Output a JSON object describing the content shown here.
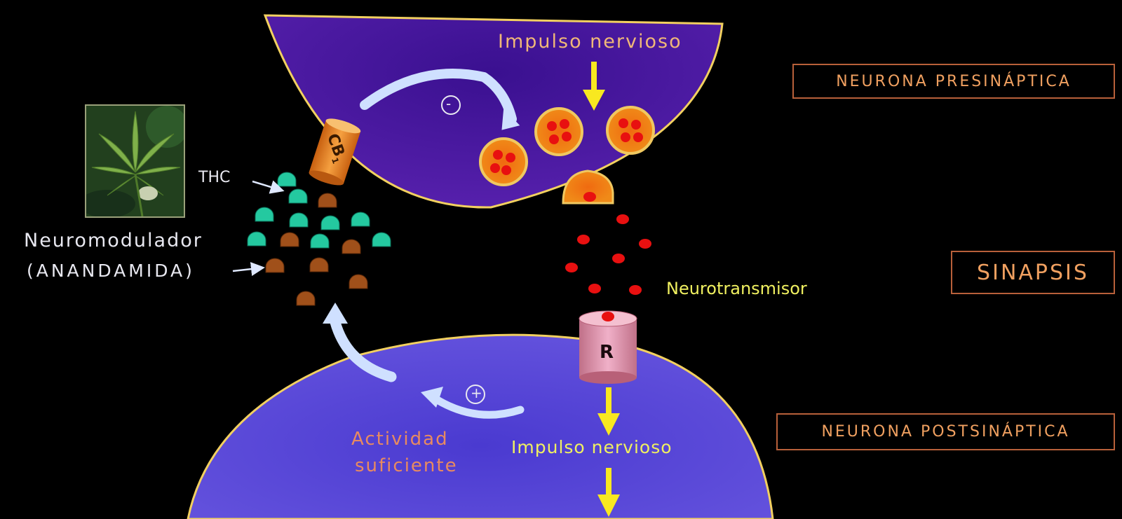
{
  "labels": {
    "impulso_top": "Impulso nervioso",
    "minus_sign": "-",
    "plus_sign": "+",
    "cb1_main": "CB",
    "cb1_sub": "1",
    "thc": "THC",
    "neuromodulador": "Neuromodulador",
    "anandamida": "(ANANDAMIDA)",
    "neurotransmisor": "Neurotransmisor",
    "receptor": "R",
    "actividad_line1": "Actividad",
    "actividad_line2": "suficiente",
    "impulso_bottom": "Impulso nervioso"
  },
  "boxes": {
    "presinaptica": "NEURONA PRESINÁPTICA",
    "sinapsis": "SINAPSIS",
    "postsinaptica": "NEURONA POSTSINÁPTICA"
  },
  "colors": {
    "background": "#000000",
    "presynaptic_fill": "#5a22b0",
    "postsynaptic_fill": "#5a4ad6",
    "membrane": "#f2d060",
    "vesicle": "#f08a18",
    "neurotransmitter": "#e81010",
    "thc": "#24c9a0",
    "anandamide": "#a0501a",
    "arrow_light": "#cfe0ff",
    "arrow_yellow": "#f8e820",
    "text_orange": "#f0a060",
    "text_yellow": "#f0f060",
    "text_white": "#e8e8f0",
    "receptor": "#e69ab0"
  },
  "icons": [
    "cannabis-leaf-icon",
    "cb1-receptor-icon",
    "r-receptor-icon"
  ]
}
